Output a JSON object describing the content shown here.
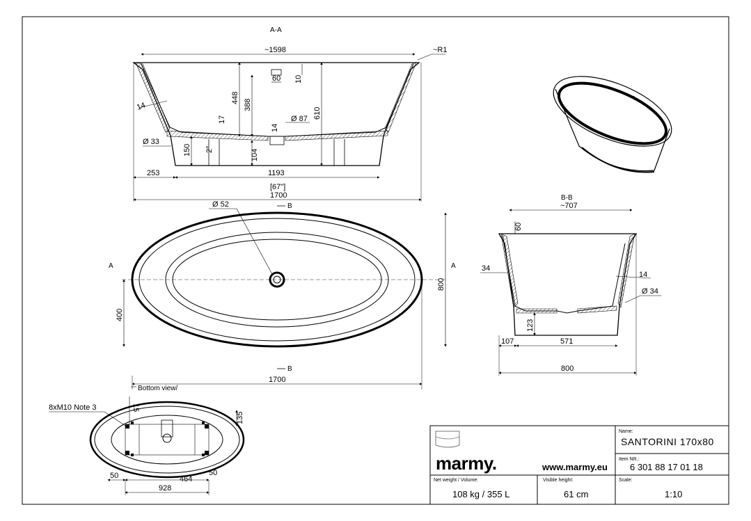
{
  "sections": {
    "aa": "A-A",
    "bb": "B-B",
    "bottom": "Bottom view/"
  },
  "dims_aa": {
    "width_top": "~1598",
    "radius": "~R1",
    "d60": "60",
    "d10": "10",
    "d448": "448",
    "d388": "388",
    "d610": "610",
    "d17": "17",
    "d87": "Ø 87",
    "d14": "14",
    "d14b": "14",
    "d33": "Ø 33",
    "d150": "150",
    "d2deg": "2°",
    "d104": "104",
    "d253": "253",
    "d1193": "1193",
    "d67": "[67\"]",
    "d1700": "1700"
  },
  "dims_top": {
    "d52": "Ø 52",
    "b": "B",
    "a": "A",
    "d400": "400",
    "d800": "800",
    "d1700": "1700"
  },
  "dims_bb": {
    "d707": "~707",
    "d60": "60",
    "d34": "34",
    "d14": "14",
    "d34b": "Ø 34",
    "d123": "123",
    "d107": "107",
    "d571": "571",
    "d800": "800"
  },
  "dims_bottom": {
    "note": "8xM10 Note 3",
    "d15": "15",
    "d135": "135",
    "d50a": "50",
    "d464": "464",
    "d50b": "50",
    "d928": "928"
  },
  "title_block": {
    "brand": "marmy.",
    "website": "www.marmy.eu",
    "name_label": "Name:",
    "name": "SANTORINI 170x80",
    "item_label": "Item NR.:",
    "item": "6 301 88 17 01 18",
    "weight_label": "Net weight / Volume:",
    "weight": "108 kg / 355 L",
    "height_label": "Visible height:",
    "height": "61 cm",
    "scale_label": "Scale:",
    "scale": "1:10"
  }
}
